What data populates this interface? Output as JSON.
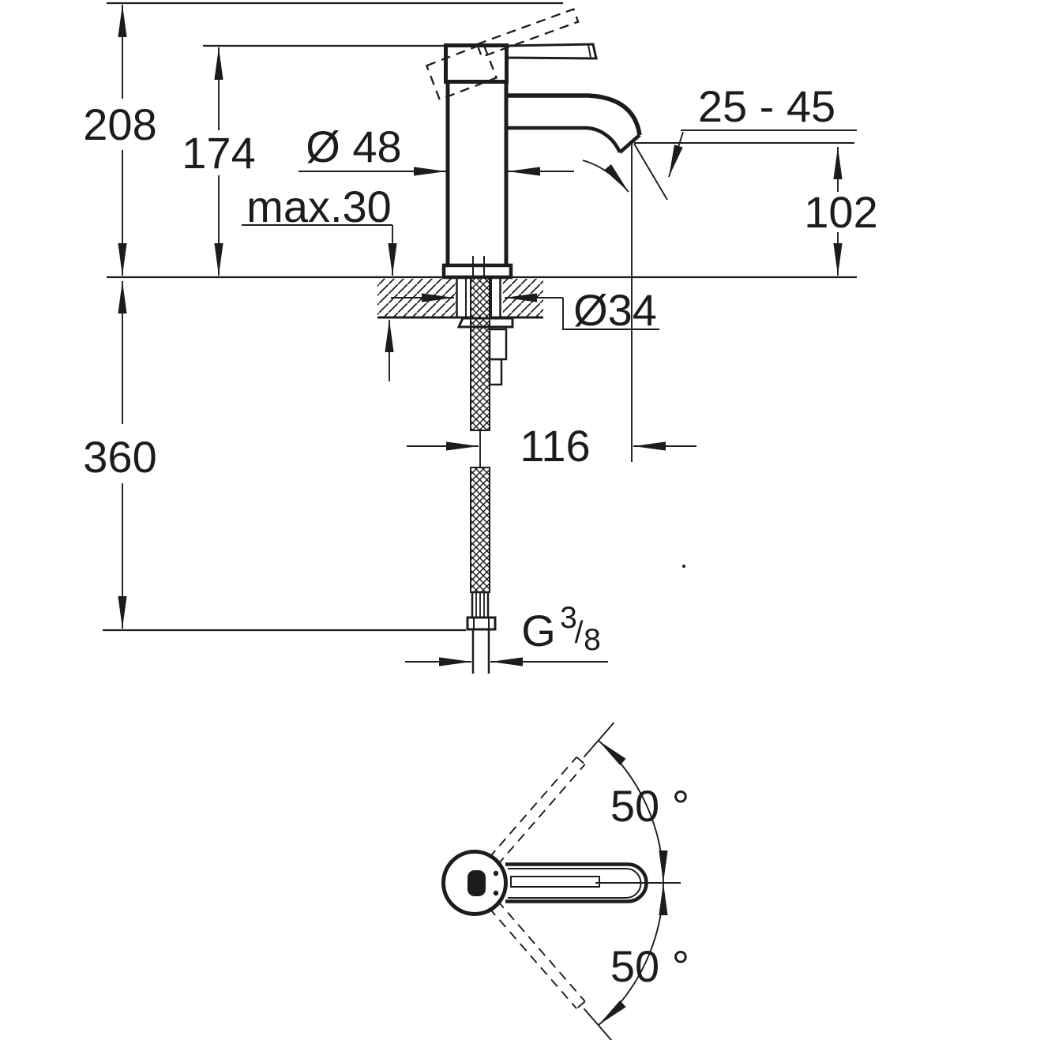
{
  "app": {
    "type": "technical-dimension-drawing",
    "subject": "single-lever basin mixer faucet, front elevation and top view"
  },
  "colors": {
    "line": "#1c1c1c",
    "background": "#ffffff"
  },
  "front_view": {
    "height_overall": "208",
    "height_body": "174",
    "body_diameter": "Ø 48",
    "deck_thickness_max": "max.30",
    "aerator_range": "25 - 45",
    "spout_outlet_height": "102",
    "mounting_hole_diameter": "Ø34",
    "hose_length_below_deck": "360",
    "spout_reach": "116",
    "thread": {
      "prefix": "G",
      "numerator": "3",
      "slash": "/",
      "denominator": "8"
    }
  },
  "top_view": {
    "handle_swing_upper": "50 °",
    "handle_swing_lower": "50 °"
  }
}
